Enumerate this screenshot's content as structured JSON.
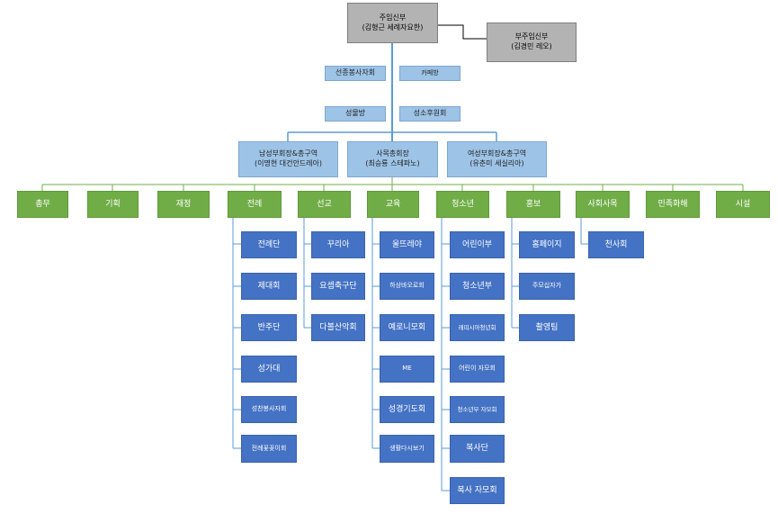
{
  "pastor": {
    "title": "주임신부",
    "name": "(김형근 세례자요한)"
  },
  "assistant": {
    "title": "부주임신부",
    "name": "(김경민 레오)"
  },
  "councils": {
    "evangelization": "선종봉사자회",
    "cafe": "카페방",
    "songbang": "성물방",
    "sponsor": "성소후원회"
  },
  "leaders": [
    {
      "title": "남성부회장&총구역",
      "name": "(이명현 대건안드레아)"
    },
    {
      "title": "사목총회장",
      "name": "(최승룡 스테파노)"
    },
    {
      "title": "여성부회장&총구역",
      "name": "(유춘미 세실리아)"
    }
  ],
  "departments": [
    "총무",
    "기획",
    "재정",
    "전례",
    "선교",
    "교육",
    "청소년",
    "홍보",
    "사회사목",
    "민족화해",
    "시설"
  ],
  "subgroups": {
    "liturgy": [
      "전례단",
      "제대회",
      "반주단",
      "성가대",
      "성찬봉사자회",
      "전례꽃꽂이회"
    ],
    "mission": [
      "꾸리아",
      "요셉축구단",
      "다볼산악회"
    ],
    "education": [
      "울뜨레야",
      "하상바오로회",
      "예로니모회",
      "ME",
      "성경기도회",
      "생활다시보기"
    ],
    "youth": [
      "어린이부",
      "청소년부",
      "레띠시아청년회",
      "어린이 자모회",
      "청소년부 자모회",
      "복사단",
      "복사 자모회"
    ],
    "promotion": [
      "홈페이지",
      "주모십자가",
      "촬영팀"
    ],
    "social": [
      "천사회"
    ]
  },
  "colors": {
    "top": "#b3b3b3",
    "council": "#9dc3e6",
    "department": "#70ad47",
    "subgroup": "#4472c4",
    "line_main": "#5b9bd5",
    "line_green": "#70ad47",
    "line_dark": "#000000"
  }
}
